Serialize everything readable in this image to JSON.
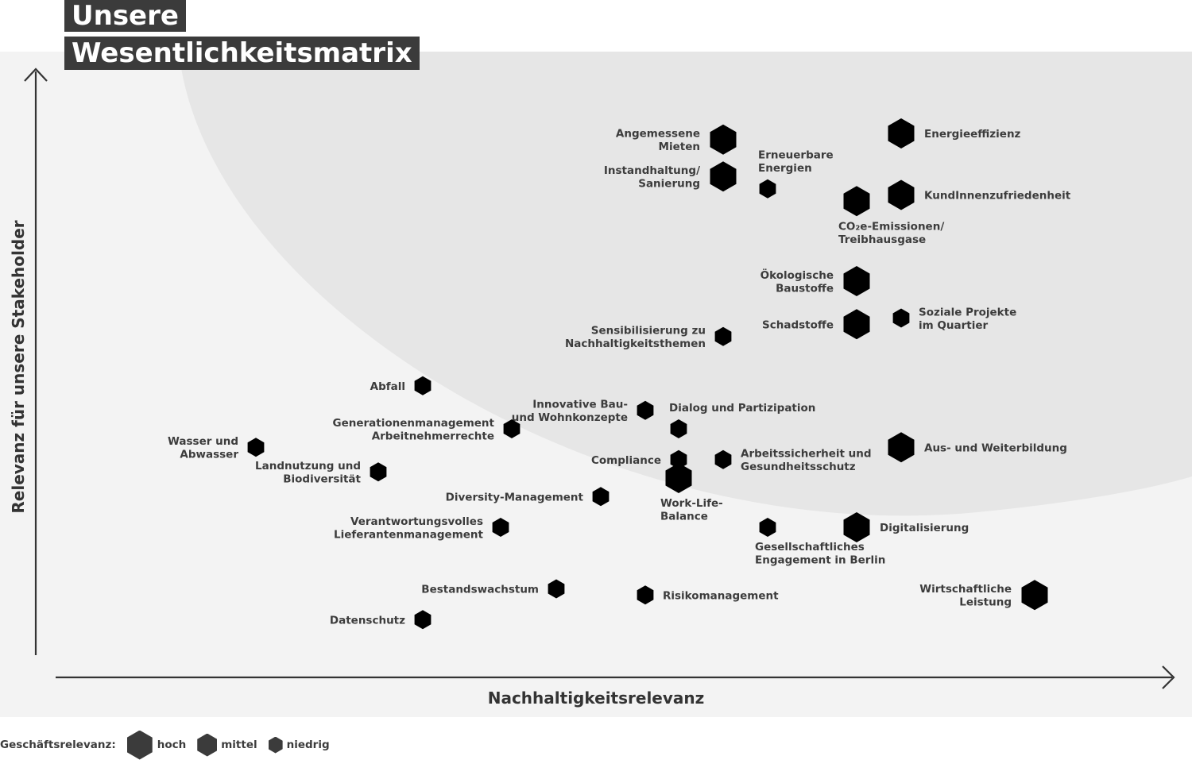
{
  "title": {
    "line1": "Unsere",
    "line2": "Wesentlichkeitsmatrix"
  },
  "colors": {
    "hex_fill": "#000000",
    "axis": "#333333",
    "background_panel": "#f3f3f3",
    "highlight_zone": "#e6e6e6",
    "title_box": "#3b3b3b"
  },
  "legend": {
    "title": "Geschäftsrelevanz:",
    "items": [
      {
        "label": "hoch",
        "size": "hoch"
      },
      {
        "label": "mittel",
        "size": "mittel"
      },
      {
        "label": "niedrig",
        "size": "niedrig"
      }
    ]
  },
  "chart_data": {
    "type": "scatter",
    "title": "Unsere Wesentlichkeitsmatrix",
    "xlabel": "Nachhaltigkeitsrelevanz",
    "ylabel": "Relevanz für unsere Stakeholder",
    "xlim": [
      0,
      100
    ],
    "ylim": [
      0,
      100
    ],
    "grid": false,
    "legend_position": "bottom-left",
    "marker": "hexagon",
    "size_dimension": "Geschäftsrelevanz",
    "points": [
      {
        "label": [
          "Angemessene",
          "Mieten"
        ],
        "x": 60,
        "y": 87,
        "size": "hoch",
        "label_side": "left"
      },
      {
        "label": [
          "Instandhaltung/",
          "Sanierung"
        ],
        "x": 60,
        "y": 81,
        "size": "hoch",
        "label_side": "left"
      },
      {
        "label": [
          "Erneuerbare",
          "Energien"
        ],
        "x": 64,
        "y": 79,
        "size": "niedrig",
        "label_side": "above"
      },
      {
        "label": [
          "Energieeffizienz"
        ],
        "x": 76,
        "y": 88,
        "size": "hoch",
        "label_side": "right"
      },
      {
        "label": [
          "KundInnenzufriedenheit"
        ],
        "x": 76,
        "y": 78,
        "size": "hoch",
        "label_side": "right"
      },
      {
        "label": [
          "CO₂e-Emissionen/",
          "Treibhausgase"
        ],
        "x": 72,
        "y": 77,
        "size": "hoch",
        "label_side": "below"
      },
      {
        "label": [
          "Ökologische",
          "Baustoffe"
        ],
        "x": 72,
        "y": 64,
        "size": "hoch",
        "label_side": "left"
      },
      {
        "label": [
          "Schadstoffe"
        ],
        "x": 72,
        "y": 57,
        "size": "hoch",
        "label_side": "left"
      },
      {
        "label": [
          "Soziale Projekte",
          "im Quartier"
        ],
        "x": 76,
        "y": 58,
        "size": "niedrig",
        "label_side": "right"
      },
      {
        "label": [
          "Sensibilisierung zu",
          "Nachhaltigkeitsthemen"
        ],
        "x": 60,
        "y": 55,
        "size": "niedrig",
        "label_side": "left"
      },
      {
        "label": [
          "Abfall"
        ],
        "x": 33,
        "y": 47,
        "size": "niedrig",
        "label_side": "left"
      },
      {
        "label": [
          "Innovative Bau-",
          "und Wohnkonzepte"
        ],
        "x": 53,
        "y": 43,
        "size": "niedrig",
        "label_side": "left"
      },
      {
        "label": [
          "Dialog und Partizipation"
        ],
        "x": 56,
        "y": 40,
        "size": "niedrig",
        "label_side": "above"
      },
      {
        "label": [
          "Generationenmanagement",
          "Arbeitnehmerrechte"
        ],
        "x": 41,
        "y": 40,
        "size": "niedrig",
        "label_side": "left"
      },
      {
        "label": [
          "Wasser und",
          "Abwasser"
        ],
        "x": 18,
        "y": 37,
        "size": "niedrig",
        "label_side": "left"
      },
      {
        "label": [
          "Compliance"
        ],
        "x": 56,
        "y": 35,
        "size": "niedrig",
        "label_side": "left"
      },
      {
        "label": [
          "Arbeitssicherheit und",
          "Gesundheitsschutz"
        ],
        "x": 60,
        "y": 35,
        "size": "niedrig",
        "label_side": "right"
      },
      {
        "label": [
          "Aus- und Weiterbildung"
        ],
        "x": 76,
        "y": 37,
        "size": "hoch",
        "label_side": "right"
      },
      {
        "label": [
          "Landnutzung und",
          "Biodiversität"
        ],
        "x": 29,
        "y": 33,
        "size": "niedrig",
        "label_side": "left"
      },
      {
        "label": [
          "Diversity-Management"
        ],
        "x": 49,
        "y": 29,
        "size": "niedrig",
        "label_side": "left"
      },
      {
        "label": [
          "Work-Life-",
          "Balance"
        ],
        "x": 56,
        "y": 32,
        "size": "hoch",
        "label_side": "below"
      },
      {
        "label": [
          "Verantwortungsvolles",
          "Lieferantenmanagement"
        ],
        "x": 40,
        "y": 24,
        "size": "niedrig",
        "label_side": "left"
      },
      {
        "label": [
          "Gesellschaftliches",
          "Engagement in Berlin"
        ],
        "x": 64,
        "y": 24,
        "size": "niedrig",
        "label_side": "below"
      },
      {
        "label": [
          "Digitalisierung"
        ],
        "x": 72,
        "y": 24,
        "size": "hoch",
        "label_side": "right"
      },
      {
        "label": [
          "Bestandswachstum"
        ],
        "x": 45,
        "y": 14,
        "size": "niedrig",
        "label_side": "left"
      },
      {
        "label": [
          "Risikomanagement"
        ],
        "x": 53,
        "y": 13,
        "size": "niedrig",
        "label_side": "right"
      },
      {
        "label": [
          "Wirtschaftliche",
          "Leistung"
        ],
        "x": 88,
        "y": 13,
        "size": "hoch",
        "label_side": "left"
      },
      {
        "label": [
          "Datenschutz"
        ],
        "x": 33,
        "y": 9,
        "size": "niedrig",
        "label_side": "left"
      }
    ]
  }
}
